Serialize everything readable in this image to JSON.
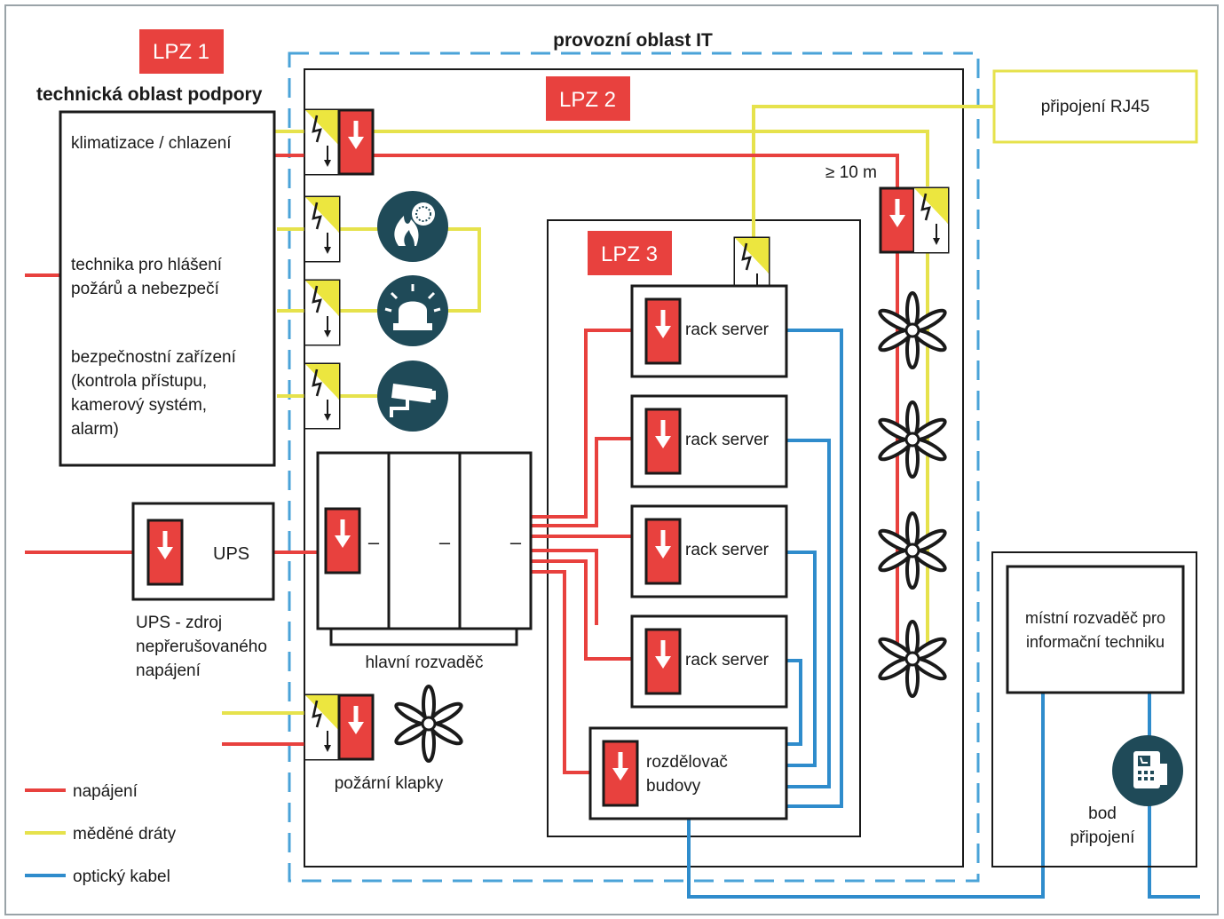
{
  "zones": {
    "lpz1": "LPZ 1",
    "lpz2": "LPZ 2",
    "lpz3": "LPZ 3",
    "it_area": "provozní oblast IT",
    "support_area": "technická oblast podpory"
  },
  "left_box": {
    "hvac": "klimatizace / chlazení",
    "fire_line1": "technika pro hlášení",
    "fire_line2": "požárů a nebezpečí",
    "security_line1": "bezpečnostní zařízení",
    "security_line2": "(kontrola přístupu,",
    "security_line3": "kamerový systém,",
    "security_line4": "alarm)"
  },
  "ups": {
    "label": "UPS",
    "caption_line1": "UPS - zdroj",
    "caption_line2": "nepřerušovaného",
    "caption_line3": "napájení"
  },
  "main_distribution": {
    "caption": "hlavní rozvaděč",
    "dash": "–"
  },
  "rj45": "připojení RJ45",
  "distance": "≥ 10 m",
  "servers": [
    "rack server",
    "rack server",
    "rack server",
    "rack server"
  ],
  "building_distributor": {
    "line1": "rozdělovač",
    "line2": "budovy"
  },
  "fire_dampers": "požární klapky",
  "local_distributor": {
    "line1": "místní rozvaděč pro",
    "line2": "informační techniku"
  },
  "connection_point": {
    "line1": "bod",
    "line2": "připojení"
  },
  "legend": [
    {
      "label": "napájení",
      "color": "#e8413e"
    },
    {
      "label": "měděné dráty",
      "color": "#e6e24c"
    },
    {
      "label": "optický kabel",
      "color": "#2f8ccc"
    }
  ],
  "colors": {
    "power": "#e8413e",
    "copper": "#e6e24c",
    "fiber": "#2f8ccc",
    "zone_red": "#e8413e",
    "it_dash": "#4aa3d8",
    "icon_dark": "#1f4a58"
  },
  "icons": [
    "fire-detector-icon",
    "alarm-beacon-icon",
    "security-camera-icon",
    "fan-icon",
    "phone-icon",
    "surge-protector-icon",
    "power-protector-icon"
  ]
}
